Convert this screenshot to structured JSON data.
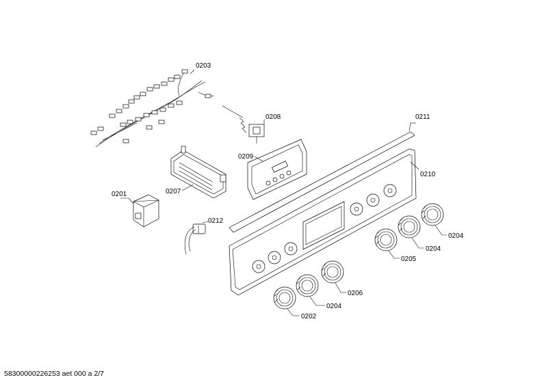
{
  "footer": "58300000226253 aet 000 a 2/7",
  "callouts": {
    "c0203": "0203",
    "c0208": "0208",
    "c0211": "0211",
    "c0209": "0209",
    "c0210": "0210",
    "c0207": "0207",
    "c0201": "0201",
    "c0212": "0212",
    "c0204a": "0204",
    "c0204b": "0204",
    "c0205": "0205",
    "c0206": "0206",
    "c0204c": "0204",
    "c0202": "0202"
  }
}
